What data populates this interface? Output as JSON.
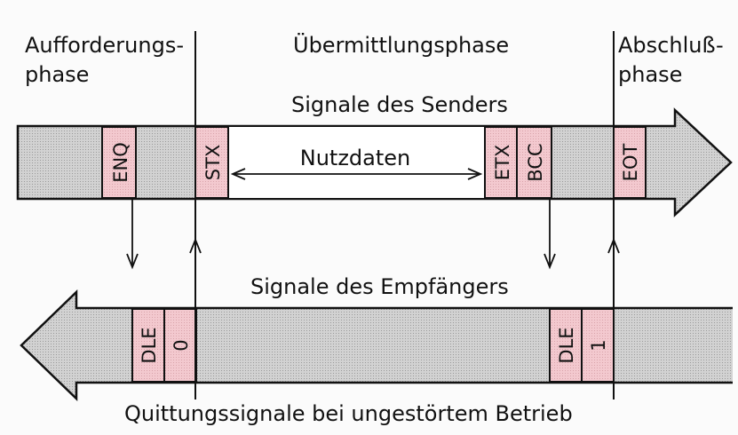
{
  "phases": {
    "left": [
      "Aufforderungs-",
      "phase"
    ],
    "middle": "Übermittlungsphase",
    "right": [
      "Abschluß-",
      "phase"
    ]
  },
  "sender": {
    "title": "Signale des Senders",
    "blocks": [
      "ENQ",
      "STX",
      "ETX",
      "BCC",
      "EOT"
    ],
    "payload": "Nutzdaten"
  },
  "receiver": {
    "title": "Signale des Empfängers",
    "blocks": [
      "DLE",
      "0",
      "DLE",
      "1"
    ]
  },
  "footer": "Quittungssignale bei ungestörtem Betrieb",
  "colors": {
    "arrow_fill": "#c9c9c9",
    "block_fill": "#f3c9cf",
    "payload_fill": "#ffffff",
    "ink": "#111111"
  }
}
